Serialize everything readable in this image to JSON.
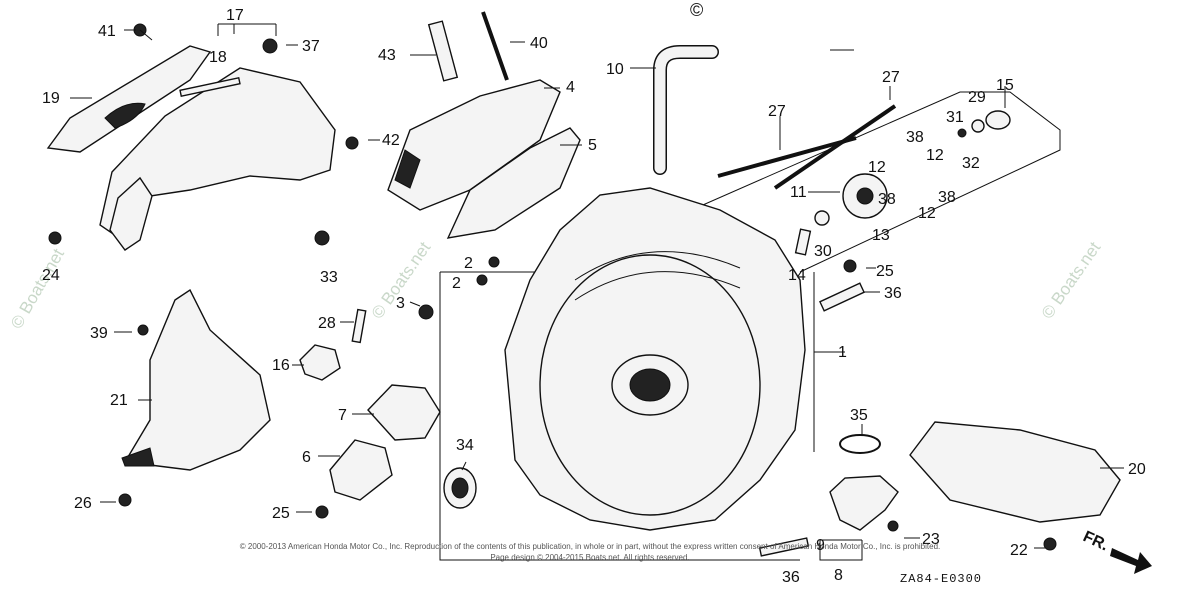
{
  "diagram": {
    "labels": [
      {
        "id": "p1",
        "text": "1"
      },
      {
        "id": "p2a",
        "text": "2"
      },
      {
        "id": "p2b",
        "text": "2"
      },
      {
        "id": "p3",
        "text": "3"
      },
      {
        "id": "p4",
        "text": "4"
      },
      {
        "id": "p5",
        "text": "5"
      },
      {
        "id": "p6",
        "text": "6"
      },
      {
        "id": "p7",
        "text": "7"
      },
      {
        "id": "p8",
        "text": "8"
      },
      {
        "id": "p9",
        "text": "9"
      },
      {
        "id": "p10",
        "text": "10"
      },
      {
        "id": "p11",
        "text": "11"
      },
      {
        "id": "p12a",
        "text": "12"
      },
      {
        "id": "p12b",
        "text": "12"
      },
      {
        "id": "p12c",
        "text": "12"
      },
      {
        "id": "p13",
        "text": "13"
      },
      {
        "id": "p14",
        "text": "14"
      },
      {
        "id": "p15",
        "text": "15"
      },
      {
        "id": "p16",
        "text": "16"
      },
      {
        "id": "p17",
        "text": "17"
      },
      {
        "id": "p18",
        "text": "18"
      },
      {
        "id": "p19",
        "text": "19"
      },
      {
        "id": "p20",
        "text": "20"
      },
      {
        "id": "p21",
        "text": "21"
      },
      {
        "id": "p22",
        "text": "22"
      },
      {
        "id": "p23",
        "text": "23"
      },
      {
        "id": "p24",
        "text": "24"
      },
      {
        "id": "p25a",
        "text": "25"
      },
      {
        "id": "p25b",
        "text": "25"
      },
      {
        "id": "p26",
        "text": "26"
      },
      {
        "id": "p27a",
        "text": "27"
      },
      {
        "id": "p27b",
        "text": "27"
      },
      {
        "id": "p28",
        "text": "28"
      },
      {
        "id": "p29",
        "text": "29"
      },
      {
        "id": "p30",
        "text": "30"
      },
      {
        "id": "p31",
        "text": "31"
      },
      {
        "id": "p32",
        "text": "32"
      },
      {
        "id": "p33",
        "text": "33"
      },
      {
        "id": "p34",
        "text": "34"
      },
      {
        "id": "p35",
        "text": "35"
      },
      {
        "id": "p36a",
        "text": "36"
      },
      {
        "id": "p36b",
        "text": "36"
      },
      {
        "id": "p37",
        "text": "37"
      },
      {
        "id": "p38a",
        "text": "38"
      },
      {
        "id": "p38b",
        "text": "38"
      },
      {
        "id": "p38c",
        "text": "38"
      },
      {
        "id": "p39",
        "text": "39"
      },
      {
        "id": "p40",
        "text": "40"
      },
      {
        "id": "p41",
        "text": "41"
      },
      {
        "id": "p42",
        "text": "42"
      },
      {
        "id": "p43",
        "text": "43"
      }
    ],
    "direction_label": "FR.",
    "diagram_code": "ZA84-E0300",
    "copyright_line1": "© 2000-2013 American Honda Motor Co., Inc. Reproduction of the contents of this publication, in whole or in part, without the express written consent of American Honda Motor Co., Inc. is prohibited.",
    "copyright_line2": "Page design © 2004-2015 Boats.net. All rights reserved.",
    "watermark_text": "© Boats.net",
    "corner_mark": "©"
  }
}
